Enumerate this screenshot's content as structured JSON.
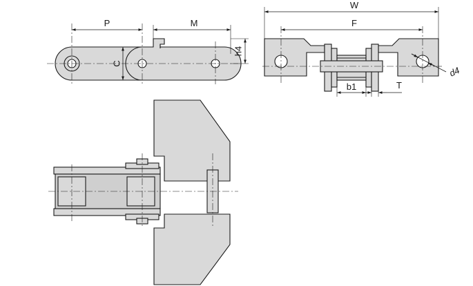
{
  "side_view": {
    "P": "P",
    "M": "M",
    "C": "C",
    "h4": "h4"
  },
  "end_view": {
    "W": "W",
    "F": "F",
    "b1": "b1",
    "T": "T",
    "d4": "d4"
  },
  "colors": {
    "part_fill": "#d9d9d9",
    "line": "#1a1a1a",
    "background": "#ffffff"
  }
}
